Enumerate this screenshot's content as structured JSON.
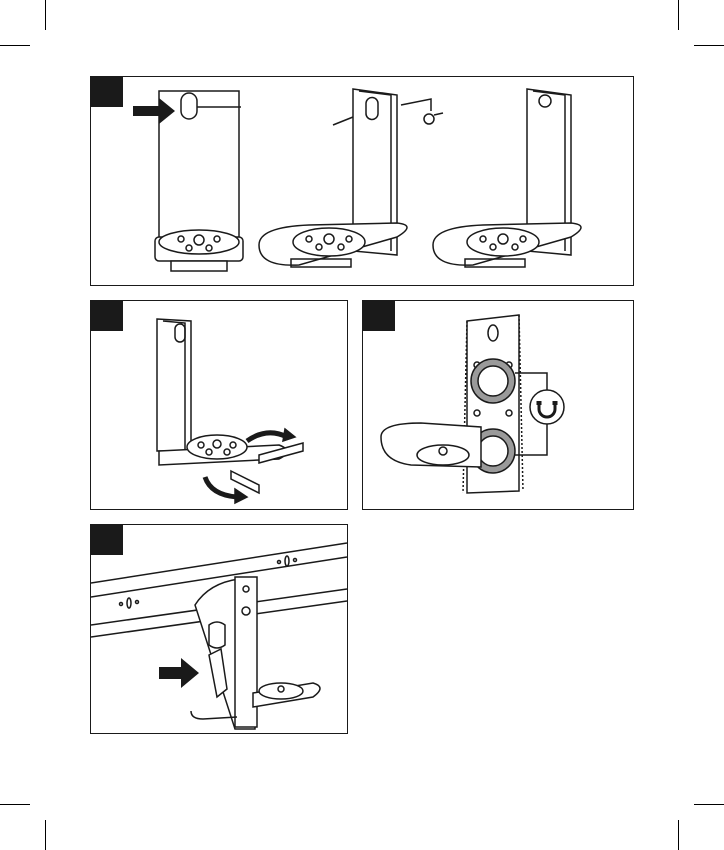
{
  "figures": [
    {
      "id": "fig-1",
      "step_label": ""
    },
    {
      "id": "fig-2",
      "step_label": ""
    },
    {
      "id": "fig-3",
      "step_label": ""
    },
    {
      "id": "fig-4",
      "step_label": ""
    }
  ],
  "icons": {
    "push_arrow": "arrow-right-icon",
    "magnet": "magnet-icon",
    "rotate": "rotate-arrows-icon"
  },
  "colors": {
    "ink": "#1a1a1a",
    "paper": "#ffffff",
    "magnet_gray": "#9a9a9a"
  }
}
